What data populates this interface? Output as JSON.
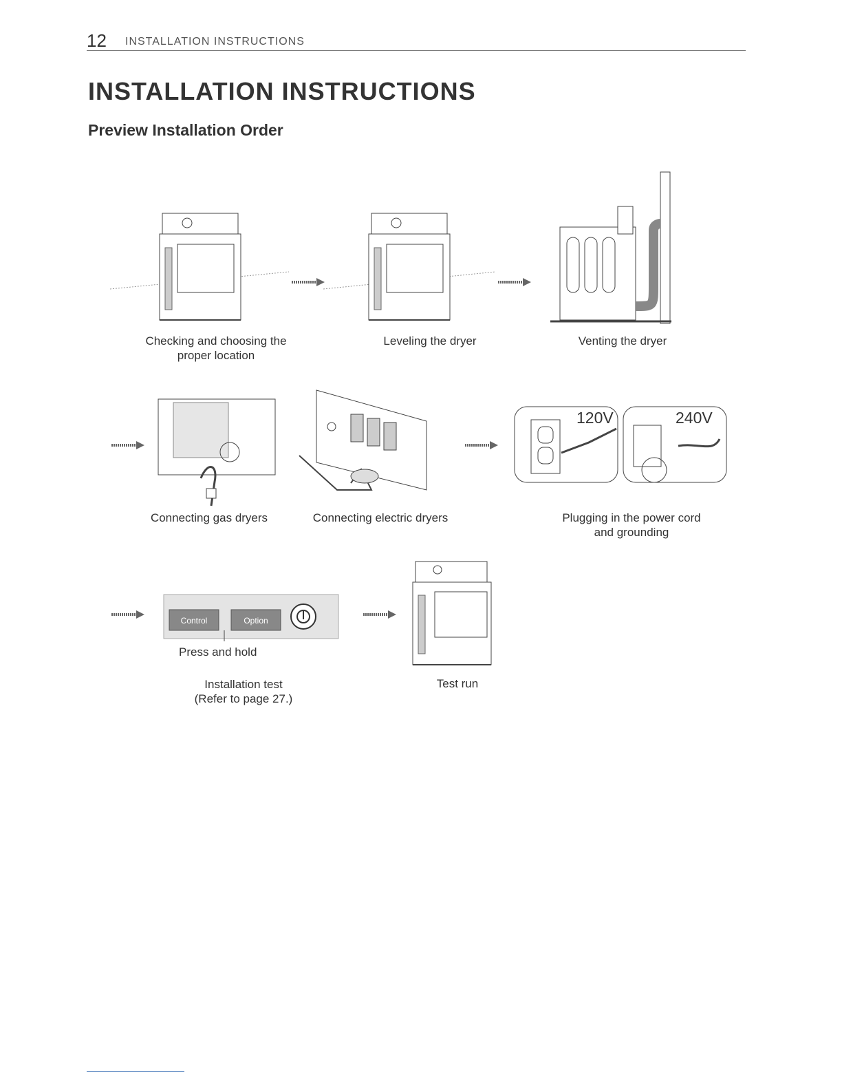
{
  "header": {
    "page_number": "12",
    "section": "INSTALLATION INSTRUCTIONS"
  },
  "title": "INSTALLATION INSTRUCTIONS",
  "subtitle": "Preview Installation Order",
  "steps": {
    "location": "Checking and choosing the\nproper location",
    "leveling": "Leveling the dryer",
    "venting": "Venting the dryer",
    "gas": "Connecting gas dryers",
    "electric": "Connecting electric dryers",
    "plugging": "Plugging in the power cord\nand grounding",
    "install_test": "Installation test\n(Refer to page 27.)",
    "test_run": "Test run"
  },
  "figure_labels": {
    "v120": "120V",
    "v240": "240V",
    "press_hold": "Press and hold",
    "control_btn": "Control",
    "option_btn": "Option"
  }
}
